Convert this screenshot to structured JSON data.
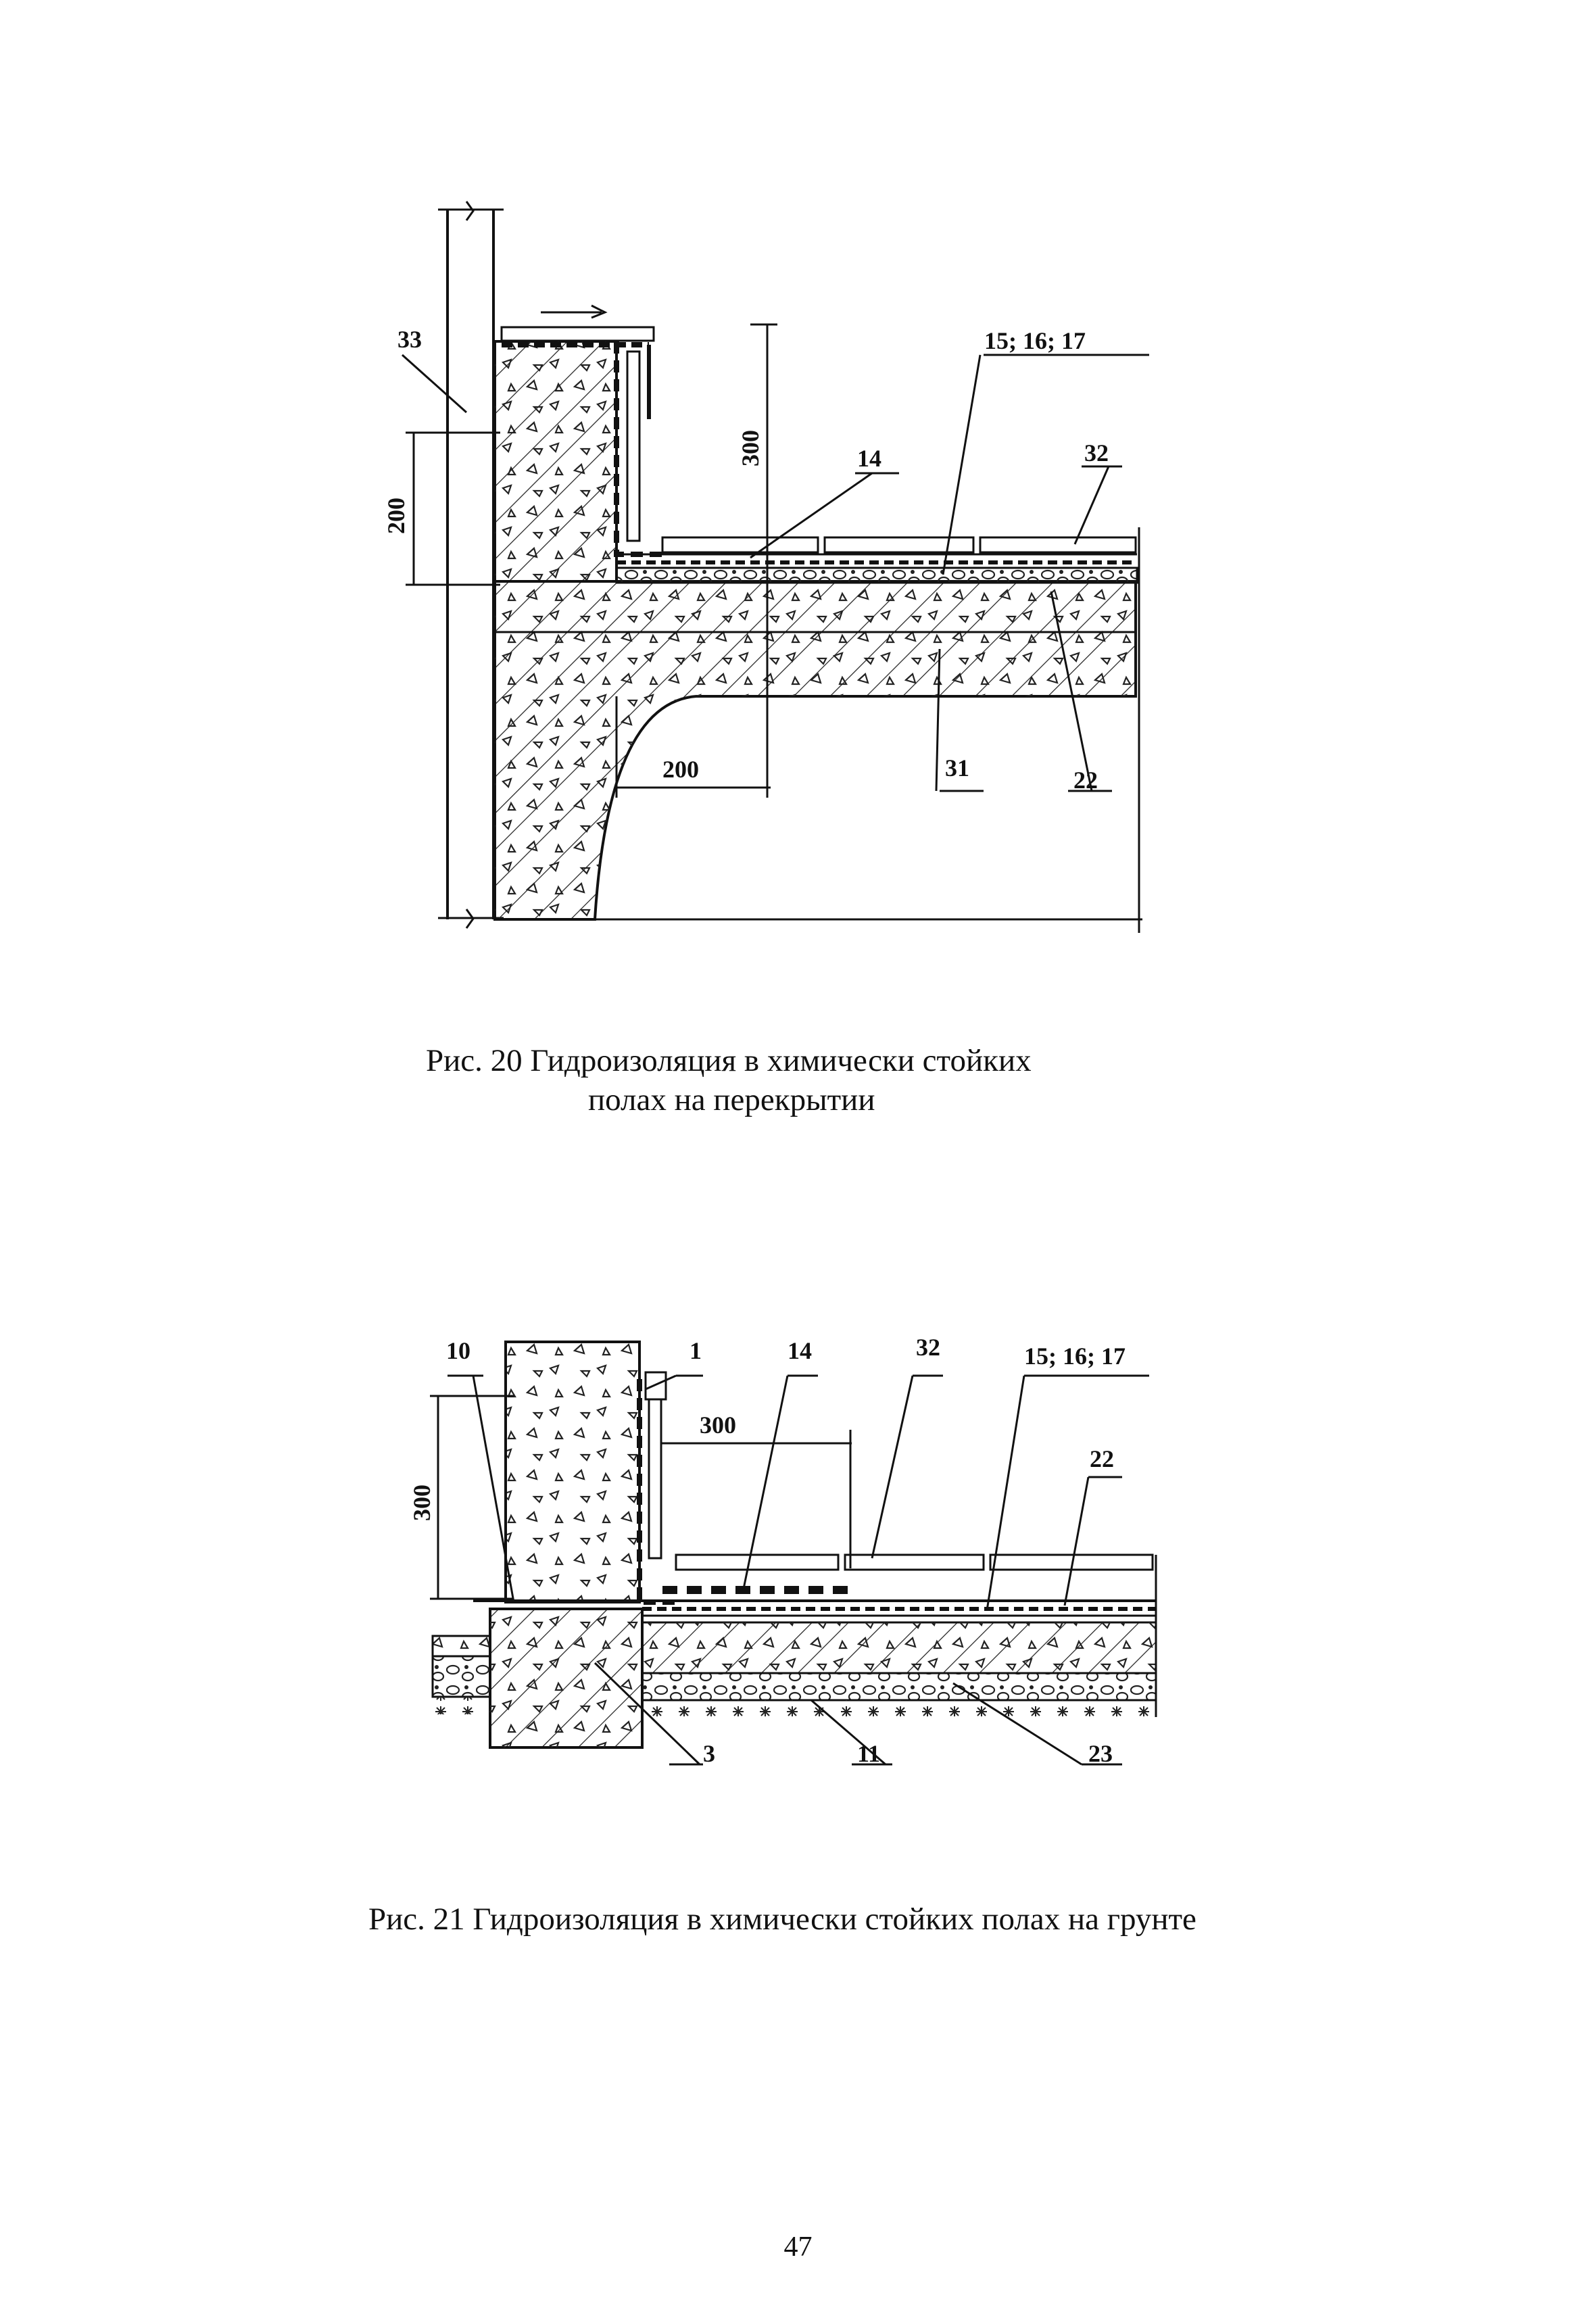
{
  "figure20": {
    "caption_line1": "Рис. 20  Гидроизоляция в химически стойких",
    "caption_line2": "полах на перекрытии",
    "labels": {
      "l33": "33",
      "l15": "15; 16; 17",
      "l14": "14",
      "l32": "32",
      "l31": "31",
      "l22": "22",
      "dim_v300": "300",
      "dim_v200": "200",
      "dim_h200": "200"
    }
  },
  "figure21": {
    "caption": "Рис. 21  Гидроизоляция в химически стойких полах на грунте",
    "labels": {
      "l10": "10",
      "l1": "1",
      "l14": "14",
      "l32": "32",
      "l15": "15; 16; 17",
      "l22": "22",
      "l3": "3",
      "l11": "11",
      "l23": "23",
      "dim_h300": "300",
      "dim_v300": "300"
    }
  },
  "page_number": "47"
}
